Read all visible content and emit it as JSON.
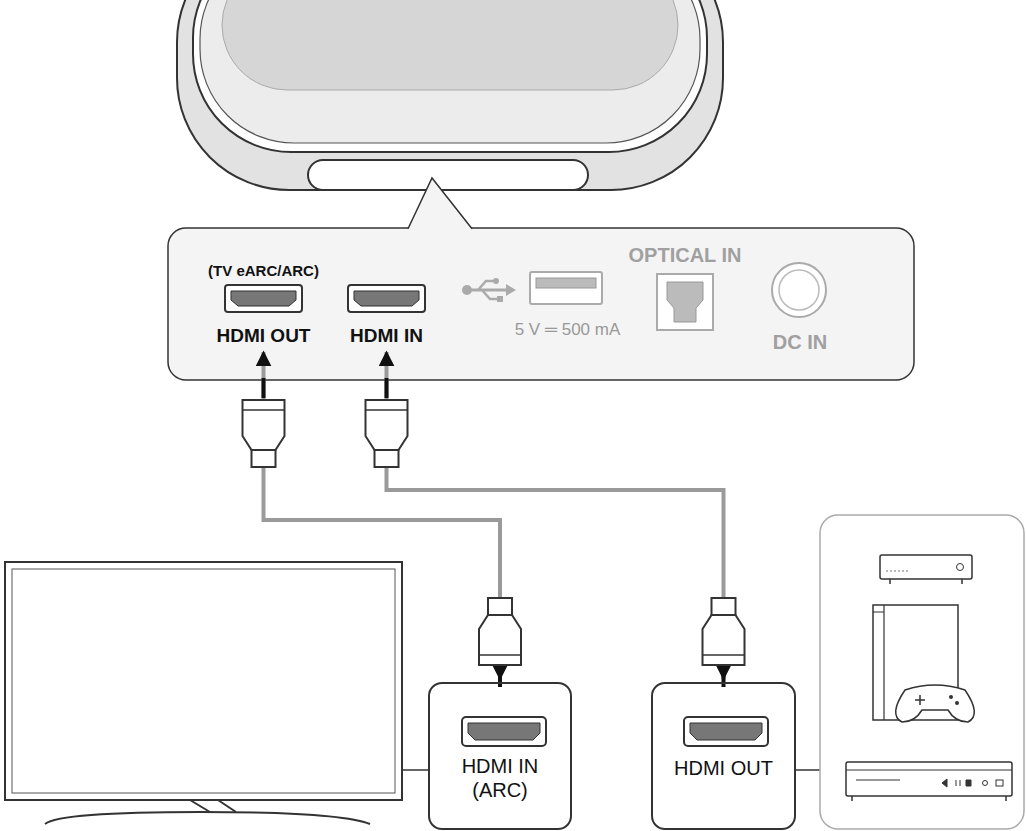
{
  "diagram": {
    "nodes": [
      {
        "text": [
          "(TV eARC/ARC)",
          "HDMI OUT"
        ]
      },
      {
        "text": [
          "HDMI IN"
        ]
      },
      {
        "text": [
          "5 V ═ 500 mA"
        ]
      },
      {
        "text": [
          "OPTICAL IN"
        ]
      },
      {
        "text": [
          "DC IN"
        ]
      },
      {
        "text": [
          "HDMI IN (ARC)"
        ]
      },
      {
        "text": [
          "HDMI OUT"
        ]
      }
    ],
    "edges": [
      {
        "from": 0,
        "to": 5,
        "arrow": "both"
      },
      {
        "from": 1,
        "to": 6,
        "arrow": "both"
      }
    ]
  }
}
